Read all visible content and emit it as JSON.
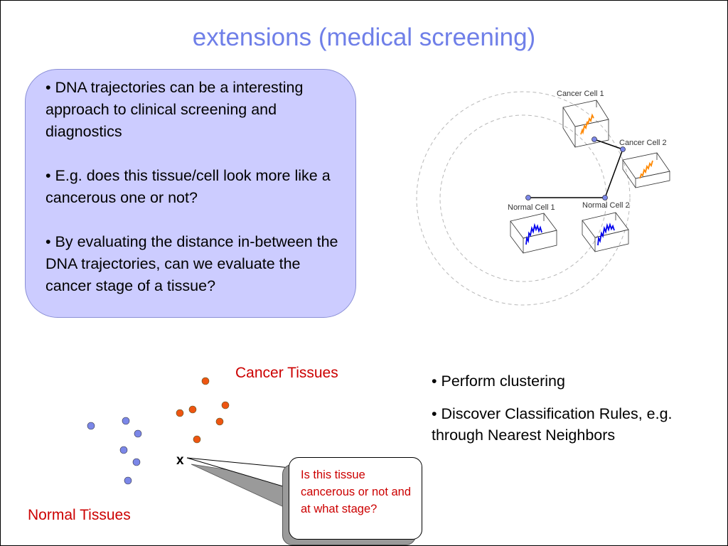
{
  "title": "extensions (medical screening)",
  "left_box": {
    "bullet_1": "• DNA trajectories can be a interesting approach to clinical screening and diagnostics",
    "bullet_2": "• E.g. does this tissue/cell look more like a cancerous one or not?",
    "bullet_3": "• By evaluating the distance in-between the DNA trajectories, can we evaluate the cancer stage of a tissue?"
  },
  "cell_diagram": {
    "cancer_cell_1": "Cancer Cell 1",
    "cancer_cell_2": "Cancer Cell 2",
    "normal_cell_1": "Normal Cell 1",
    "normal_cell_2": "Normal Cell 2",
    "cancer_color": "#ff8800",
    "normal_color": "#0000ee"
  },
  "scatter": {
    "cancer_label": "Cancer Tissues",
    "normal_label": "Normal Tissues",
    "unknown_marker": "x",
    "cancer_color": "#ee5511",
    "normal_color": "#7b87e8"
  },
  "right_bullets": {
    "bullet_1": "• Perform clustering",
    "bullet_2": "• Discover Classification Rules, e.g. through Nearest Neighbors"
  },
  "callout": {
    "text": "Is this tissue cancerous or not and at what stage?"
  }
}
